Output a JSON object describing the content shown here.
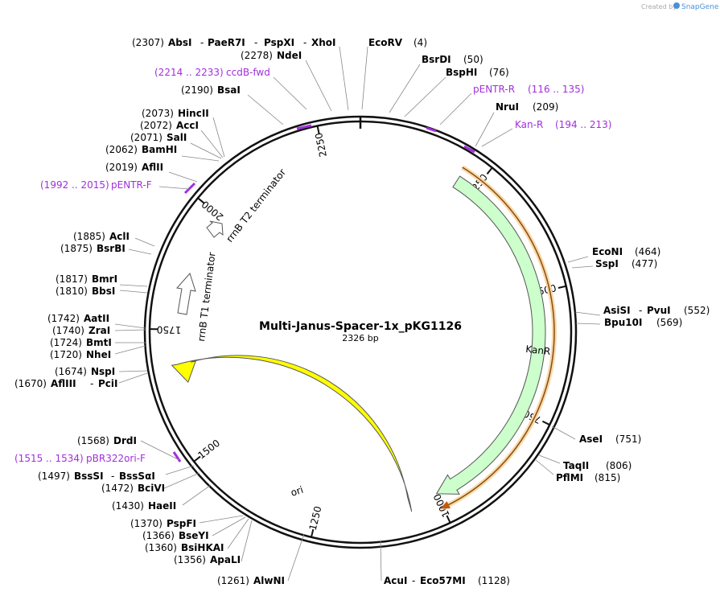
{
  "header": {
    "created_by": "Created by",
    "brand": "SnapGene"
  },
  "plasmid": {
    "name": "Multi-Janus-Spacer-1x_pKG1126",
    "length_label": "2326 bp",
    "length": 2326
  },
  "ticks": [
    "250",
    "500",
    "750",
    "1000",
    "1250",
    "1500",
    "1750",
    "2000",
    "2250"
  ],
  "features": {
    "kanr": "KanR",
    "ori": "ori",
    "rrnb_t1": "rrnB T1 terminator",
    "rrnb_t2": "rrnB T2 terminator"
  },
  "colors": {
    "kanr": "#ccffcc",
    "ori": "#ffff00",
    "primer": "#a12fdc",
    "orf": "#f0a030"
  },
  "labels": {
    "absi": {
      "pos": "(2307)",
      "name": "AbsI"
    },
    "paer7i": {
      "name": "PaeR7I"
    },
    "pspxi": {
      "name": "PspXI"
    },
    "xhoi": {
      "name": "XhoI"
    },
    "ecorv": {
      "name": "EcoRV",
      "pos": "(4)"
    },
    "ndei": {
      "pos": "(2278)",
      "name": "NdeI"
    },
    "bsrdi": {
      "name": "BsrDI",
      "pos": "(50)"
    },
    "ccdb": {
      "range": "(2214 .. 2233)",
      "name": "ccdB-fwd"
    },
    "bsphi": {
      "name": "BspHI",
      "pos": "(76)"
    },
    "bsai": {
      "pos": "(2190)",
      "name": "BsaI"
    },
    "pentr_r": {
      "name": "pENTR-R",
      "range": "(116 .. 135)"
    },
    "nrui": {
      "name": "NruI",
      "pos": "(209)"
    },
    "kan_r": {
      "name": "Kan-R",
      "range": "(194 .. 213)"
    },
    "hincii": {
      "pos": "(2073)",
      "name": "HincII"
    },
    "acci": {
      "pos": "(2072)",
      "name": "AccI"
    },
    "sali": {
      "pos": "(2071)",
      "name": "SalI"
    },
    "bamhi": {
      "pos": "(2062)",
      "name": "BamHI"
    },
    "aflii": {
      "pos": "(2019)",
      "name": "AflII"
    },
    "pentr_f": {
      "range": "(1992 .. 2015)",
      "name": "pENTR-F"
    },
    "acli": {
      "pos": "(1885)",
      "name": "AclI"
    },
    "bsrbi": {
      "pos": "(1875)",
      "name": "BsrBI"
    },
    "econi": {
      "name": "EcoNI",
      "pos": "(464)"
    },
    "sspi": {
      "name": "SspI",
      "pos": "(477)"
    },
    "bmri": {
      "pos": "(1817)",
      "name": "BmrI"
    },
    "bbsi": {
      "pos": "(1810)",
      "name": "BbsI"
    },
    "asisi": {
      "name": "AsiSI"
    },
    "pvui": {
      "name": "PvuI",
      "pos": "(552)"
    },
    "bpu10i": {
      "name": "Bpu10I",
      "pos": "(569)"
    },
    "aatii": {
      "pos": "(1742)",
      "name": "AatII"
    },
    "zrai": {
      "pos": "(1740)",
      "name": "ZraI"
    },
    "bmti": {
      "pos": "(1724)",
      "name": "BmtI"
    },
    "nhei": {
      "pos": "(1720)",
      "name": "NheI"
    },
    "nspi": {
      "pos": "(1674)",
      "name": "NspI"
    },
    "afliii": {
      "pos": "(1670)",
      "name": "AflIII"
    },
    "pcii": {
      "name": "PciI"
    },
    "asei": {
      "name": "AseI",
      "pos": "(751)"
    },
    "drdi": {
      "pos": "(1568)",
      "name": "DrdI"
    },
    "taqii": {
      "name": "TaqII",
      "pos": "(806)"
    },
    "pflmi": {
      "name": "PflMI",
      "pos": "(815)"
    },
    "pbr322": {
      "range": "(1515 .. 1534)",
      "name": "pBR322ori-F"
    },
    "bsssi": {
      "pos": "(1497)",
      "name": "BssSI"
    },
    "bsssai": {
      "name": "BssSαI"
    },
    "bcivi": {
      "pos": "(1472)",
      "name": "BciVI"
    },
    "haeii": {
      "pos": "(1430)",
      "name": "HaeII"
    },
    "pspfi": {
      "pos": "(1370)",
      "name": "PspFI"
    },
    "bseyi": {
      "pos": "(1366)",
      "name": "BseYI"
    },
    "bsihkai": {
      "pos": "(1360)",
      "name": "BsiHKAI"
    },
    "apali": {
      "pos": "(1356)",
      "name": "ApaLI"
    },
    "alwni": {
      "pos": "(1261)",
      "name": "AlwNI"
    },
    "acui": {
      "name": "AcuI"
    },
    "eco57mi": {
      "name": "Eco57MI",
      "pos": "(1128)"
    }
  }
}
